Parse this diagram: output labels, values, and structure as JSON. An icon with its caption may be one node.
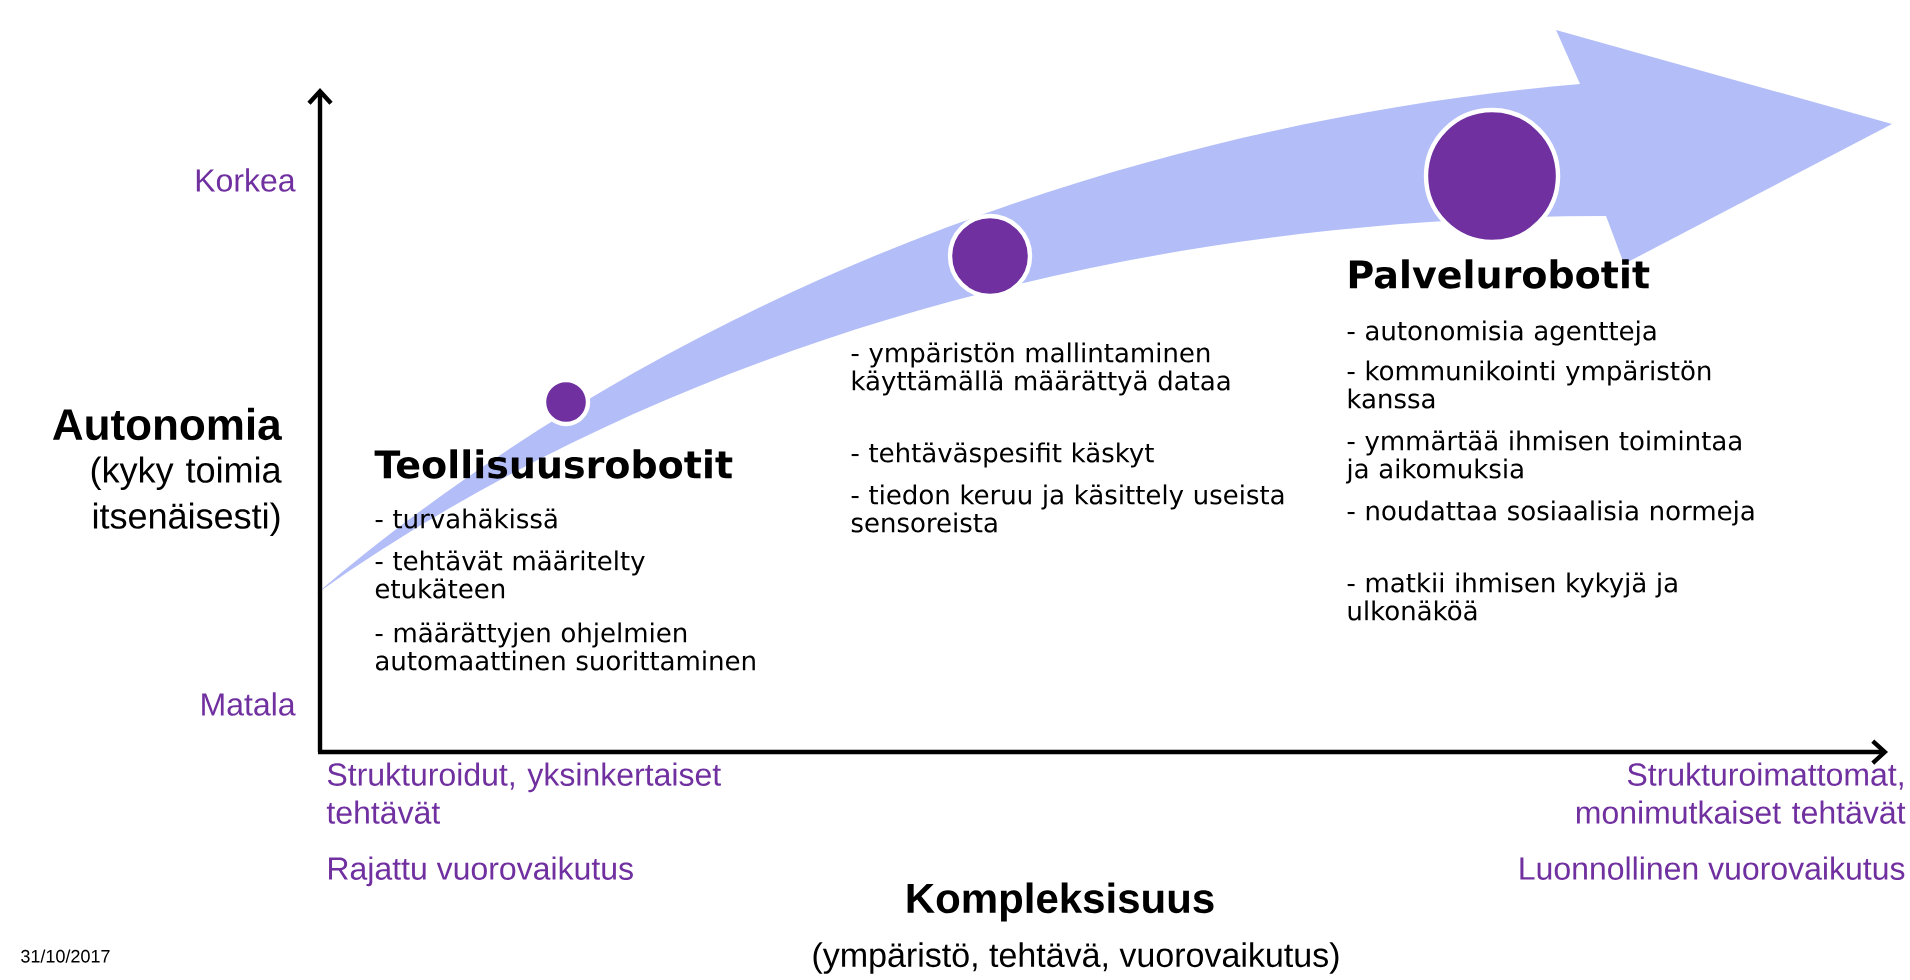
{
  "diagram": {
    "nodes": [
      {
        "text": [],
        "shape": "circle"
      },
      {
        "text": [],
        "shape": "circle"
      },
      {
        "text": [],
        "shape": "circle"
      }
    ],
    "labels": [
      "Korkea",
      "Autonomia",
      "(kyky toimia itsenäisesti)",
      "Teollisuusrobotit",
      "- turvahäkissä",
      "- tehtävät määritelty etukäteen",
      "- määrättyjen ohjelmien automaattinen suorittaminen",
      "- ympäristön mallintaminen käyttämällä määrättyä dataa",
      "- tehtäväspesifit käskyt",
      "- tiedon keruu ja käsittely useista sensoreista",
      "Palvelurobotit",
      "- autonomisia agentteja",
      "- kommunikointi ympäristön kanssa",
      "- ymmärtää ihmisen toimintaa ja aikomuksia",
      "- noudattaa sosiaalisia normeja",
      "- matkii ihmisen kykyjä ja ulkonäköä",
      "Matala",
      "Strukturoidut, yksinkertaiset tehtävät",
      "Rajattu vuorovaikutus",
      "Strukturoimattomat, monimutkaiset tehtävät",
      "Luonnollinen vuorovaikutus",
      "Kompleksisuus",
      "(ympäristö, tehtävä, vuorovaikutus)",
      "31/10/2017"
    ]
  }
}
